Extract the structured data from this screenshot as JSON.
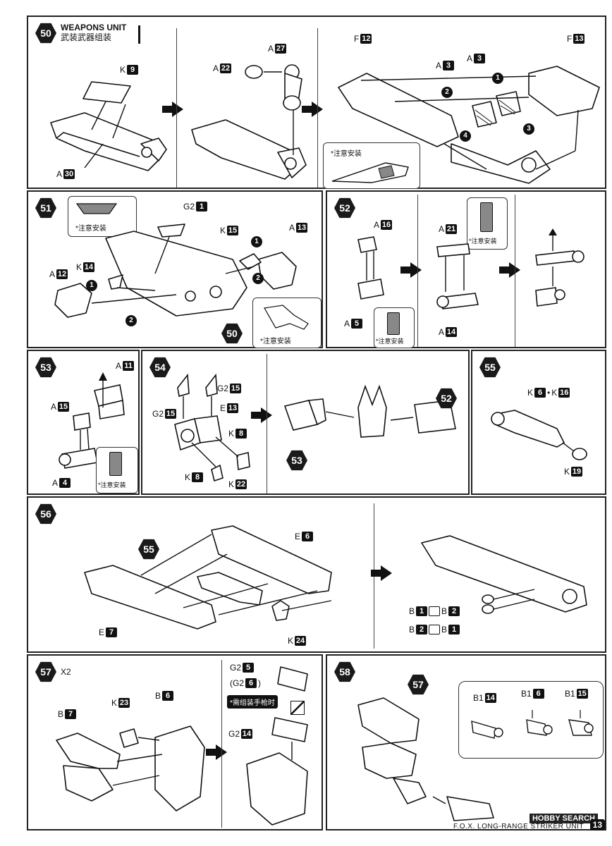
{
  "header": {
    "title_en": "WEAPONS UNIT",
    "title_cn": "武装武器组装"
  },
  "steps": {
    "s50": "50",
    "s51": "51",
    "s52": "52",
    "s53": "53",
    "s54": "54",
    "s55": "55",
    "s56": "56",
    "s57": "57",
    "s58": "58"
  },
  "step57_multiplier": "X2",
  "labels": {
    "k9_l": "K",
    "k9_n": "9",
    "a30_l": "A",
    "a30_n": "30",
    "a27_l": "A",
    "a27_n": "27",
    "a22_l": "A",
    "a22_n": "22",
    "f12_l": "F",
    "f12_n": "12",
    "f13_l": "F",
    "f13_n": "13",
    "a3a_l": "A",
    "a3a_n": "3",
    "a3b_l": "A",
    "a3b_n": "3",
    "g21_l": "G2",
    "g21_n": "1",
    "k15_l": "K",
    "k15_n": "15",
    "a13_l": "A",
    "a13_n": "13",
    "k14_l": "K",
    "k14_n": "14",
    "a12_l": "A",
    "a12_n": "12",
    "r50": "50",
    "a16_l": "A",
    "a16_n": "16",
    "a5_l": "A",
    "a5_n": "5",
    "a21_l": "A",
    "a21_n": "21",
    "a14_l": "A",
    "a14_n": "14",
    "a11_l": "A",
    "a11_n": "11",
    "a15_l": "A",
    "a15_n": "15",
    "a4_l": "A",
    "a4_n": "4",
    "g215a_l": "G2",
    "g215a_n": "15",
    "g215b_l": "G2",
    "g215b_n": "15",
    "e13_l": "E",
    "e13_n": "13",
    "k8a_l": "K",
    "k8a_n": "8",
    "k8b_l": "K",
    "k8b_n": "8",
    "k22_l": "K",
    "k22_n": "22",
    "r53": "53",
    "r52": "52",
    "k6_l": "K",
    "k6_n": "6",
    "dot": "•",
    "k16_l": "K",
    "k16_n": "16",
    "k19_l": "K",
    "k19_n": "19",
    "r55": "55",
    "e6_l": "E",
    "e6_n": "6",
    "e7_l": "E",
    "e7_n": "7",
    "k24_l": "K",
    "k24_n": "24",
    "b1_l": "B",
    "b1_n": "1",
    "b2_l": "B",
    "b2_n": "2",
    "b2b_l": "B",
    "b2b_n": "2",
    "b1b_l": "B",
    "b1b_n": "1",
    "k23_l": "K",
    "k23_n": "23",
    "b6_l": "B",
    "b6_n": "6",
    "b7_l": "B",
    "b7_n": "7",
    "g25_l": "G2",
    "g25_n": "5",
    "g26_l": "(G2",
    "g26_n": "6",
    "g26_close": ")",
    "g214_l": "G2",
    "g214_n": "14",
    "r57": "57",
    "b114_l": "B1",
    "b114_n": "14",
    "b16_l": "B1",
    "b16_n": "6",
    "b115_l": "B1",
    "b115_n": "15"
  },
  "notes": {
    "careful": "*注意安装",
    "need_handgun": "*需组装手枪时"
  },
  "circle_nums": {
    "one": "1",
    "two": "2",
    "three": "3",
    "four": "4"
  },
  "footer": {
    "product": "F.O.X. LONG-RANGE STRIKER UNIT",
    "site": "HOBBY SEARCH",
    "page": "13"
  }
}
